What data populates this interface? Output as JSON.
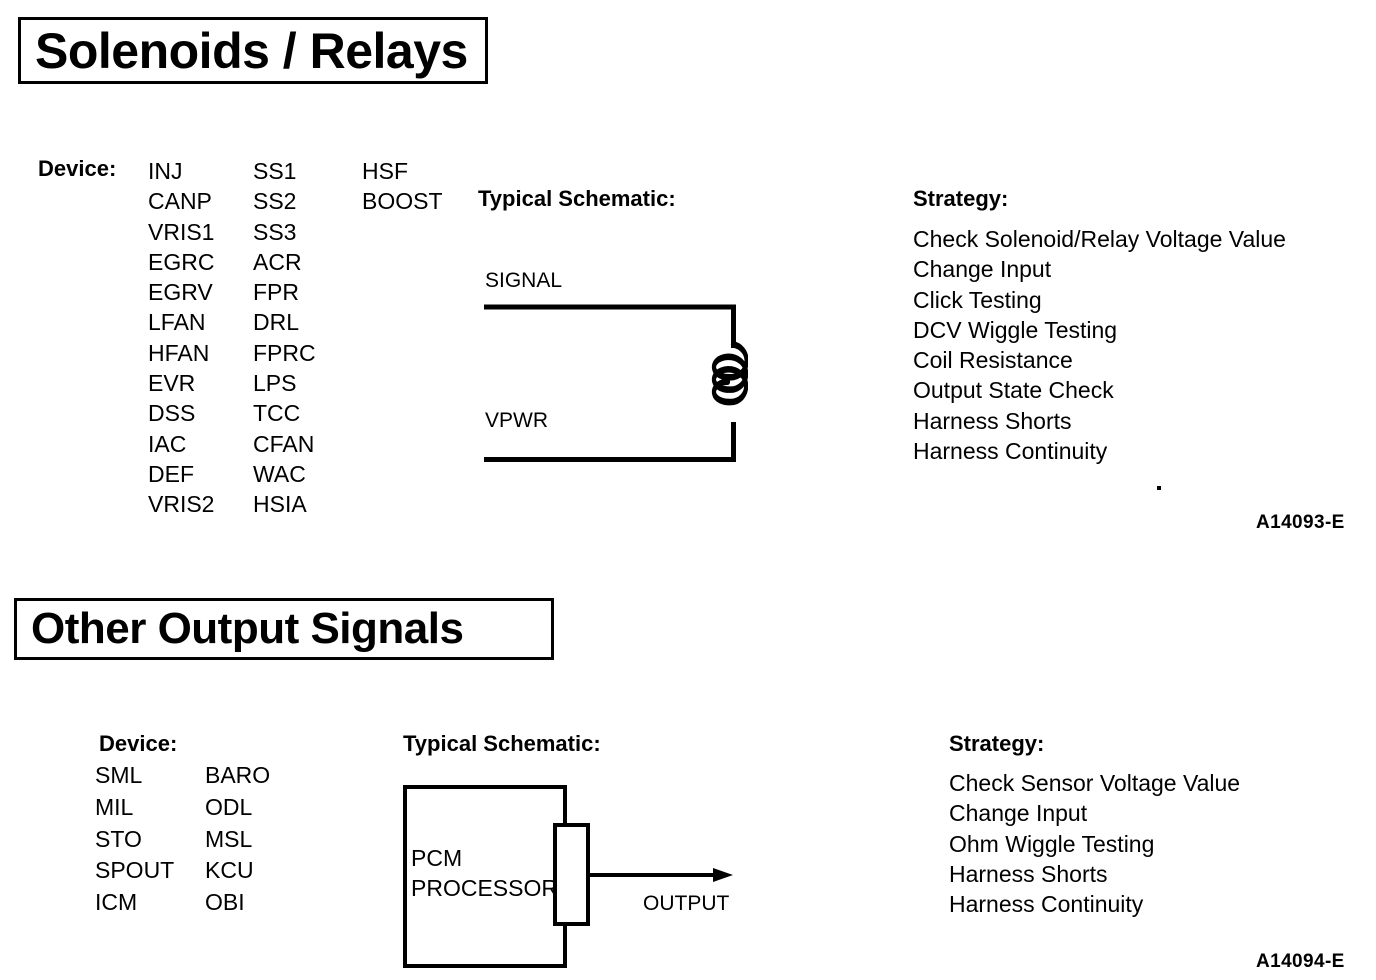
{
  "sections": [
    {
      "title": "Solenoids / Relays",
      "device_label": "Device:",
      "device_columns": [
        [
          "INJ",
          "CANP",
          "VRIS1",
          "EGRC",
          "EGRV",
          "LFAN",
          "HFAN",
          "EVR",
          "DSS",
          "IAC",
          "DEF",
          "VRIS2"
        ],
        [
          "SS1",
          "SS2",
          "SS3",
          "ACR",
          "FPR",
          "DRL",
          "FPRC",
          "LPS",
          "TCC",
          "CFAN",
          "WAC",
          "HSIA"
        ],
        [
          "HSF",
          "BOOST"
        ]
      ],
      "schematic_header": "Typical Schematic:",
      "schematic": {
        "type": "solenoid-coil",
        "top_label": "SIGNAL",
        "bottom_label": "VPWR",
        "coil_turns": 3
      },
      "strategy_header": "Strategy:",
      "strategy_items": [
        "Check Solenoid/Relay Voltage Value",
        "Change Input",
        "Click Testing",
        "DCV Wiggle Testing",
        "Coil Resistance",
        "Output State Check",
        "Harness Shorts",
        "Harness Continuity"
      ],
      "figure_code": "A14093-E"
    },
    {
      "title": "Other Output Signals",
      "device_label": "Device:",
      "device_columns": [
        [
          "SML",
          "MIL",
          "STO",
          "SPOUT",
          "ICM"
        ],
        [
          "BARO",
          "ODL",
          "MSL",
          "KCU",
          "OBI"
        ]
      ],
      "schematic_header": "Typical Schematic:",
      "schematic": {
        "type": "pcm-block",
        "block_label_line1": "PCM",
        "block_label_line2": "PROCESSOR",
        "output_label": "OUTPUT"
      },
      "strategy_header": "Strategy:",
      "strategy_items": [
        "Check Sensor Voltage Value",
        "Change Input",
        "Ohm Wiggle Testing",
        "Harness Shorts",
        "Harness Continuity"
      ],
      "figure_code": "A14094-E"
    }
  ],
  "colors": {
    "ink": "#000000",
    "page": "#ffffff"
  }
}
